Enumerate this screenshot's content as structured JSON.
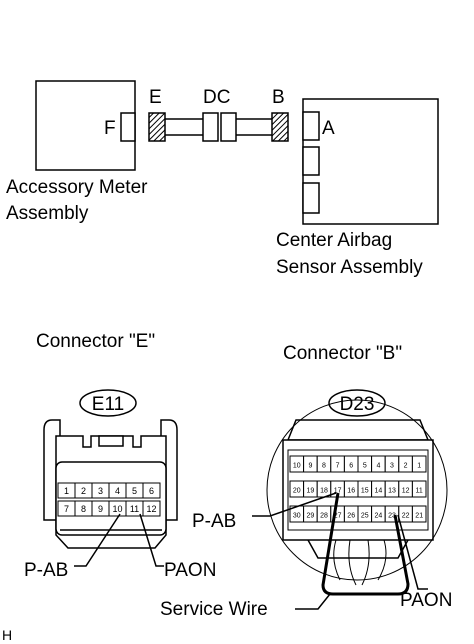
{
  "top": {
    "meter_label_1": "Accessory Meter",
    "meter_label_2": "Assembly",
    "airbag_label_1": "Center Airbag",
    "airbag_label_2": "Sensor Assembly",
    "port_f": "F",
    "port_a": "A",
    "conn_e": "E",
    "conn_dc": "DC",
    "conn_b": "B"
  },
  "connector_e": {
    "title": "Connector \"E\"",
    "code": "E11",
    "pins_row1": [
      "1",
      "2",
      "3",
      "4",
      "5",
      "6"
    ],
    "pins_row2": [
      "7",
      "8",
      "9",
      "10",
      "11",
      "12"
    ],
    "label_pab": "P-AB",
    "label_paon": "PAON"
  },
  "connector_b": {
    "title": "Connector \"B\"",
    "code": "D23",
    "pins_row1": [
      "10",
      "9",
      "8",
      "7",
      "6",
      "5",
      "4",
      "3",
      "2",
      "1"
    ],
    "pins_row2": [
      "20",
      "19",
      "18",
      "17",
      "16",
      "15",
      "14",
      "13",
      "12",
      "11"
    ],
    "pins_row3": [
      "30",
      "29",
      "28",
      "27",
      "26",
      "25",
      "24",
      "23",
      "22",
      "21"
    ],
    "label_pab": "P-AB",
    "label_paon": "PAON",
    "label_service": "Service Wire"
  },
  "footer": {
    "code": "H"
  }
}
